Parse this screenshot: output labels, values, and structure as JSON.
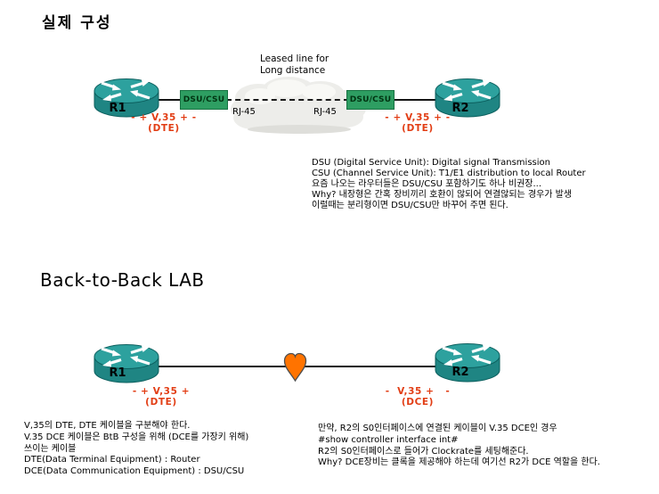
{
  "colors": {
    "router_top": "#2da19e",
    "router_side": "#1f8583",
    "router_outline": "#0c5f5e",
    "dsu_box_green": "#2e9e62",
    "port_label_red": "#e23d14",
    "heart_orange": "#ff7300",
    "cloud_gray": "#ededea",
    "wire_black": "#141414"
  },
  "actual": {
    "title": "실제 구성",
    "r1_label": "R1",
    "r2_label": "R2",
    "dsu_left_label": "DSU/CSU",
    "dsu_right_label": "DSU/CSU",
    "cloud_caption_line1": "Leased line for",
    "cloud_caption_line2": "Long distance",
    "rj45_left": "RJ-45",
    "rj45_right": "RJ-45",
    "r1_port": "- + V,35 + -",
    "r1_mode": "(DTE)",
    "r2_port": "- + V,35 + -",
    "r2_mode": "(DTE)",
    "notes": [
      "DSU (Digital Service Unit): Digital signal Transmission",
      "CSU (Channel Service Unit): T1/E1 distribution to local Router",
      "요즘 나오는 라우터들은 DSU/CSU 포함하기도 하나 비권장...",
      "Why? 내장형은 간혹 장비끼리 호환이 않되어 연결않되는 경우가 발생",
      "이럴때는 분리형이면 DSU/CSU만 바꾸어 주면 된다."
    ]
  },
  "lab": {
    "title": "Back-to-Back LAB",
    "r1_label": "R1",
    "r2_label": "R2",
    "r1_port": "- + V,35 +",
    "r1_mode": "(DTE)",
    "r2_port": "-  V,35 +   -",
    "r2_mode": "(DCE)",
    "notes_left": [
      "V,35의 DTE, DTE 케이블을 구분해야 한다.",
      "V.35 DCE 케이블은 BtB 구성을 위해 (DCE를 가장키 위해)",
      "쓰이는 케이블",
      "DTE(Data Terminal Equipment) : Router",
      "DCE(Data Communication Equipment) : DSU/CSU"
    ],
    "notes_right": [
      "만약, R2의 S0인터페이스에 연결된 케이블이 V.35 DCE인 경우",
      "#show controller interface int#",
      "R2의 S0인터페이스로 들어가 Clockrate를 세팅해준다.",
      "Why? DCE장비는 클록을 제공해야 하는데 여기선 R2가 DCE 역할을 한다."
    ]
  }
}
